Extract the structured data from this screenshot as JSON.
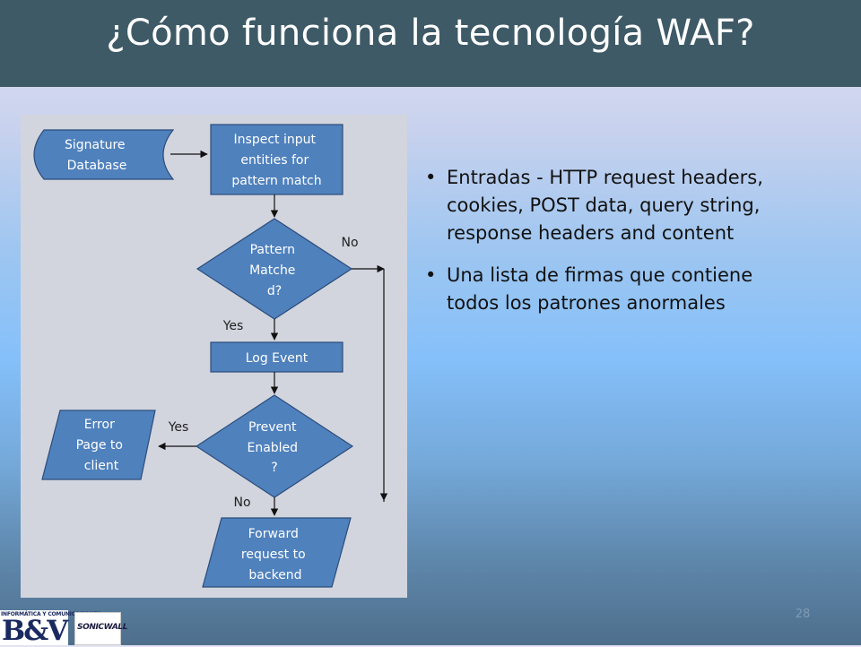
{
  "slide": {
    "title": "¿Cómo funciona la tecnología WAF?",
    "page_number": "28"
  },
  "diagram": {
    "nodes": {
      "signature_db": [
        "Signature",
        "Database"
      ],
      "inspect": [
        "Inspect input",
        "entities for",
        "pattern match"
      ],
      "pattern_matched": [
        "Pattern",
        "Matche",
        "d?"
      ],
      "log_event": [
        "Log Event"
      ],
      "prevent_enabled": [
        "Prevent",
        "Enabled",
        "?"
      ],
      "error_page": [
        "Error",
        "Page to",
        "client"
      ],
      "forward": [
        "Forward",
        "request to",
        "backend"
      ]
    },
    "edge_labels": {
      "pattern_no": "No",
      "pattern_yes": "Yes",
      "prevent_yes": "Yes",
      "prevent_no": "No"
    },
    "colors": {
      "node_fill": "#4f81bd",
      "node_stroke": "#2b4c7a",
      "panel": "#d2d5de"
    }
  },
  "bullets": [
    "Entradas - HTTP request headers, cookies, POST data, query string, response headers and content",
    "Una lista de firmas que contiene todos los patrones anormales"
  ],
  "logos": {
    "bv_caption": "INFORMÁTICA Y COMUNICACIONES",
    "bv_mark": "B&V",
    "sonicwall": "SONICWALL"
  }
}
